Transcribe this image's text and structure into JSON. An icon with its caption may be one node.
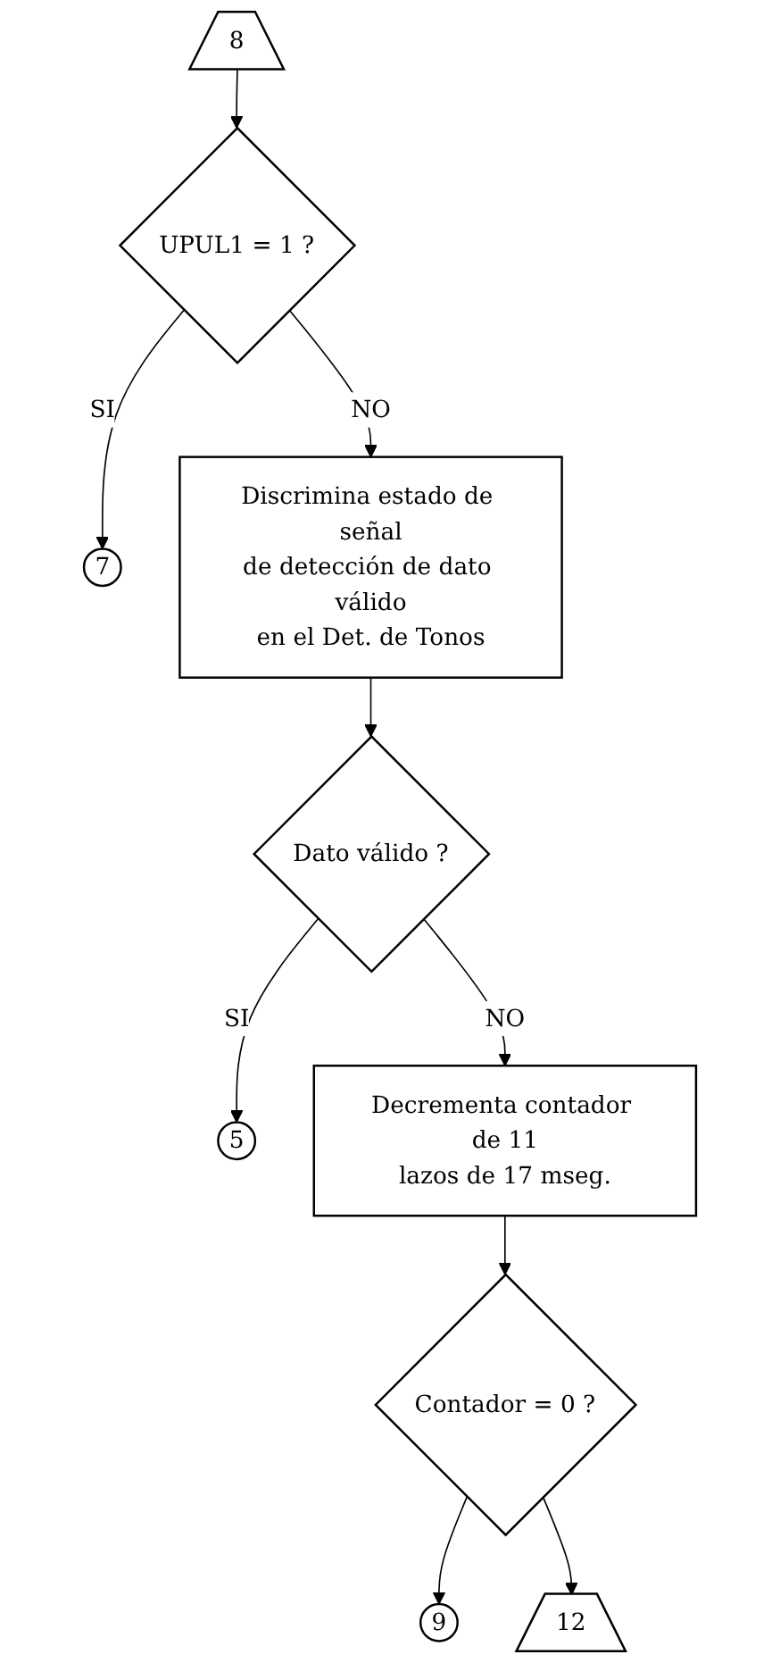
{
  "diagram": {
    "nodes": [
      {
        "text": [
          "8"
        ]
      },
      {
        "text": [
          "UPUL1 = 1 ?"
        ]
      },
      {
        "text": [
          "7"
        ]
      },
      {
        "text": [
          "Discrimina estado de señal de detección de dato válido en el Det. de Tonos"
        ]
      },
      {
        "text": [
          "Dato válido ?"
        ]
      },
      {
        "text": [
          "5"
        ]
      },
      {
        "text": [
          "Decrementa contador de 11 lazos de 17 mseg."
        ]
      },
      {
        "text": [
          "Contador = 0 ?"
        ]
      },
      {
        "text": [
          "9"
        ]
      },
      {
        "text": [
          "12"
        ]
      }
    ],
    "edges": [
      {
        "from": 0,
        "to": 1,
        "arrow": "to"
      },
      {
        "from": 1,
        "to": 2,
        "arrow": "to",
        "label": "SI"
      },
      {
        "from": 1,
        "to": 3,
        "arrow": "to",
        "label": "NO"
      },
      {
        "from": 3,
        "to": 4,
        "arrow": "to"
      },
      {
        "from": 4,
        "to": 5,
        "arrow": "to",
        "label": "SI"
      },
      {
        "from": 4,
        "to": 6,
        "arrow": "to",
        "label": "NO"
      },
      {
        "from": 6,
        "to": 7,
        "arrow": "to"
      },
      {
        "from": 7,
        "to": 8,
        "arrow": "to"
      },
      {
        "from": 7,
        "to": 9,
        "arrow": "to"
      }
    ]
  }
}
